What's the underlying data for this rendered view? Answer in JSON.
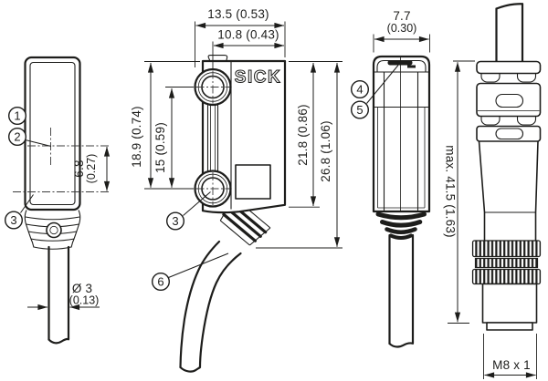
{
  "drawing": {
    "brand_logo": "SICK",
    "dimensions": {
      "width_total": "13.5 (0.53)",
      "width_to_optical_axis": "10.8 (0.43)",
      "height_to_optical_axis": "18.9 (0.74)",
      "optical_axis_spacing": "15 (0.59)",
      "front_axis_offset_mm": "6.8",
      "front_axis_offset_inch": "(0.27)",
      "cable_diameter_mm": "Ø 3",
      "cable_diameter_inch": "(0.13)",
      "body_height": "21.8 (0.86)",
      "total_height": "26.8 (1.06)",
      "depth_mm": "7.7",
      "depth_inch": "(0.30)",
      "connector_max_length": "max. 41.5 (1.63)",
      "connector_thread": "M8 x 1"
    },
    "callouts": {
      "c1": "1",
      "c2": "2",
      "c3": "3",
      "c4": "4",
      "c5": "5",
      "c6": "6"
    }
  }
}
